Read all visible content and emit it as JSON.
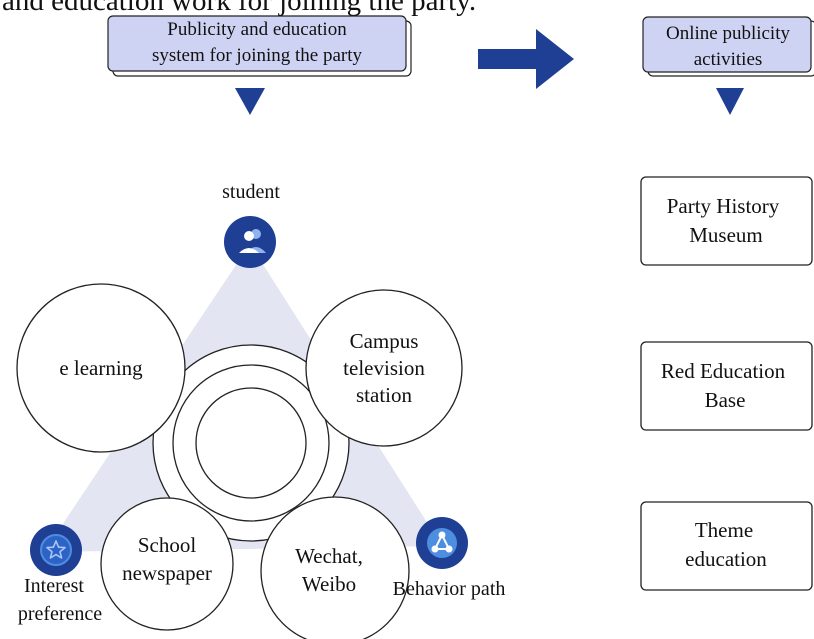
{
  "page": {
    "heading_fragment": "and education work for joining the party."
  },
  "colors": {
    "accent": "#1e3f94",
    "triangle": "#e3e6f2",
    "label_fill": "#cfd3f3",
    "circle_stroke": "#222222",
    "icon_light": "#4e8ee0"
  },
  "left_label": {
    "lines": [
      "Publicity and education",
      "system for joining the party"
    ]
  },
  "right_label": {
    "lines": [
      "Online publicity",
      "activities"
    ]
  },
  "triangle_nodes": {
    "top": {
      "label": "student",
      "icon": "user-group-icon"
    },
    "left": {
      "lines": [
        "Interest",
        "preference"
      ],
      "icon": "star-badge-icon"
    },
    "right": {
      "label": "Behavior path",
      "icon": "share-nodes-icon"
    }
  },
  "circles": [
    {
      "id": "e-learning",
      "lines": [
        "e learning"
      ]
    },
    {
      "id": "campus-tv",
      "lines": [
        "Campus",
        "television",
        "station"
      ]
    },
    {
      "id": "school-newspaper",
      "lines": [
        "School",
        "newspaper"
      ]
    },
    {
      "id": "wechat-weibo",
      "lines": [
        "Wechat,",
        "Weibo"
      ]
    }
  ],
  "boxes": [
    {
      "id": "party-history-museum",
      "lines": [
        "Party History",
        "Museum"
      ]
    },
    {
      "id": "red-education-base",
      "lines": [
        "Red Education",
        "Base"
      ]
    },
    {
      "id": "theme-education",
      "lines": [
        "Theme",
        "education"
      ]
    }
  ]
}
